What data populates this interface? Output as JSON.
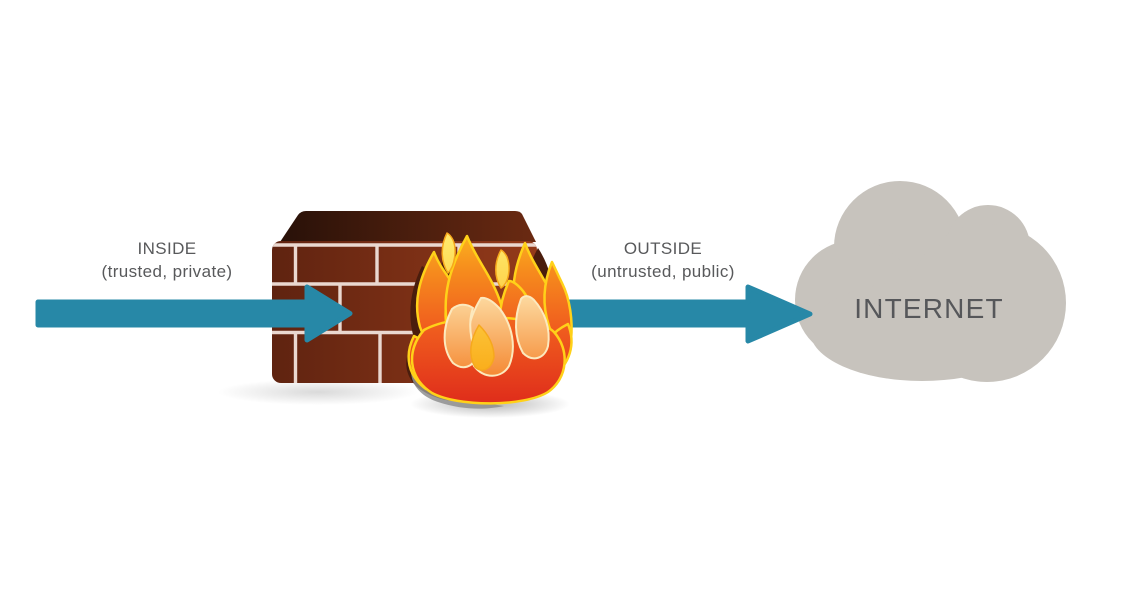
{
  "labels": {
    "inside": {
      "line1": "INSIDE",
      "line2": "(trusted, private)"
    },
    "outside": {
      "line1": "OUTSIDE",
      "line2": "(untrusted, public)"
    },
    "internet": "INTERNET"
  },
  "icons": {
    "firewall": "brick-wall-with-flames-icon",
    "internet": "cloud-icon",
    "inside_flow": "right-arrow-icon",
    "outside_flow": "right-arrow-icon"
  },
  "colors": {
    "background": "#FFFFFF",
    "arrow": "#2788A7",
    "cloud": "#C7C3BD",
    "label_text": "#58595B",
    "internet_text": "#56575A",
    "brick_dark": "#5F2310",
    "brick_light": "#943A1A",
    "brick_top_dark": "#261008",
    "brick_top_light": "#6B2A12",
    "mortar": "#EAD8D0",
    "flame_red": "#E02F1B",
    "flame_orange": "#FBAE1E",
    "flame_gold_outline": "#FFD119",
    "flame_inner_light": "#FDE0A8",
    "flame_silhouette": "#4A1D0D"
  }
}
